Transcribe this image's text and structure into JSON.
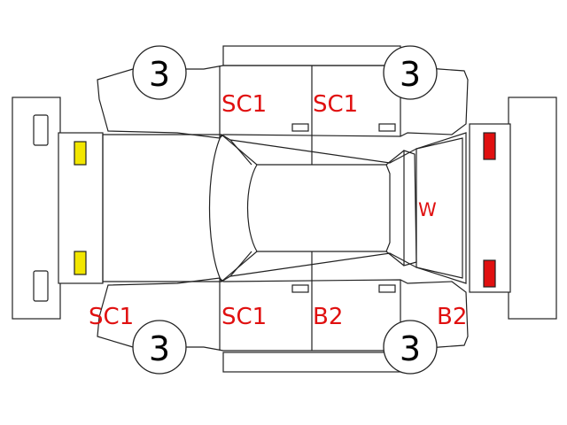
{
  "tire_grades": {
    "front_left": "3",
    "front_right": "3",
    "rear_left": "3",
    "rear_right": "3"
  },
  "damage_marks": {
    "left_front_door": "SC1",
    "left_rear_door": "SC1",
    "right_front_door": "SC1",
    "right_rear_door": "B2",
    "right_rear_quarter": "B2",
    "front_left_fender": "SC1",
    "rear_windshield": "W"
  },
  "colors": {
    "outline": "#222222",
    "damage_text": "#e01010",
    "front_lamp": "#f2e600",
    "rear_lamp": "#e01010"
  }
}
